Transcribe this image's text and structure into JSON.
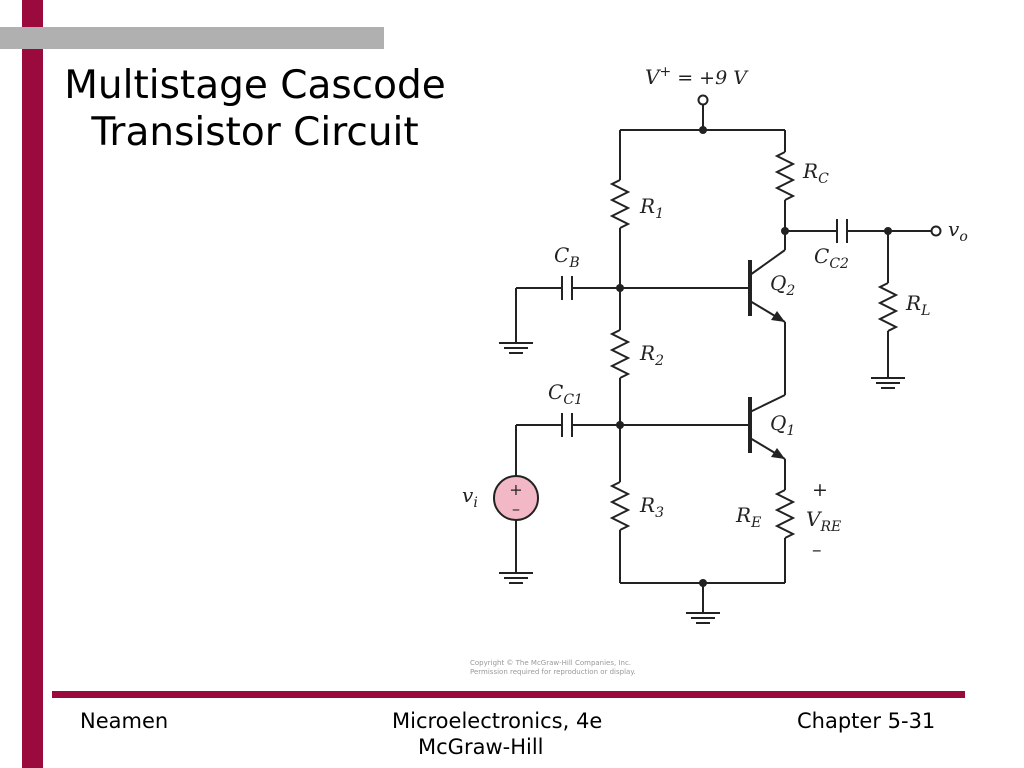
{
  "slide": {
    "title_line1": "Multistage Cascode",
    "title_line2": "Transistor Circuit"
  },
  "circuit": {
    "supply": {
      "name": "V",
      "sup": "+",
      "value": " = +9 V"
    },
    "components": {
      "RC": {
        "main": "R",
        "sub": "C"
      },
      "R1": {
        "main": "R",
        "sub": "1"
      },
      "R2": {
        "main": "R",
        "sub": "2"
      },
      "R3": {
        "main": "R",
        "sub": "3"
      },
      "RE": {
        "main": "R",
        "sub": "E"
      },
      "RL": {
        "main": "R",
        "sub": "L"
      },
      "CB": {
        "main": "C",
        "sub": "B"
      },
      "CC1": {
        "main": "C",
        "sub": "C1"
      },
      "CC2": {
        "main": "C",
        "sub": "C2"
      },
      "Q1": {
        "main": "Q",
        "sub": "1"
      },
      "Q2": {
        "main": "Q",
        "sub": "2"
      }
    },
    "vo": {
      "main": "v",
      "sub": "o"
    },
    "vi": {
      "main": "v",
      "sub": "i"
    },
    "vre": {
      "main": "V",
      "sub": "RE",
      "plus": "+",
      "minus": "–"
    },
    "source_plus": "+",
    "source_minus": "–",
    "copyright_line1": "Copyright © The McGraw-Hill Companies, Inc.",
    "copyright_line2": "Permission required for reproduction or display."
  },
  "footer": {
    "author": "Neamen",
    "book_line1": "Microelectronics, 4e",
    "book_line2": "McGraw-Hill",
    "chapter": "Chapter 5-31"
  },
  "colors": {
    "accent": "#9b0a3c",
    "top_bar": "#b0b0b0",
    "source_fill": "#f2b8c6"
  }
}
